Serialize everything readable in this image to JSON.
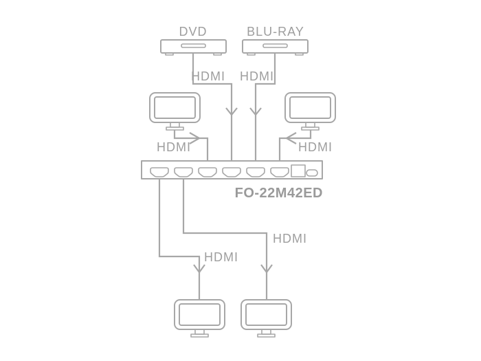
{
  "sources": [
    {
      "label": "DVD",
      "type": "dvd-player"
    },
    {
      "label": "BLU-RAY",
      "type": "bluray-player"
    }
  ],
  "switch": {
    "model": "FO-22M42ED",
    "hdmi_port_count": 6,
    "other_ports": [
      "square-port",
      "oval-port"
    ]
  },
  "connections": [
    {
      "id": "dvd-to-switch",
      "label": "HDMI"
    },
    {
      "id": "bluray-to-switch",
      "label": "HDMI"
    },
    {
      "id": "display-top-left-to-switch",
      "label": "HDMI"
    },
    {
      "id": "display-top-right-to-switch",
      "label": "HDMI"
    },
    {
      "id": "switch-to-display-bottom-left",
      "label": "HDMI"
    },
    {
      "id": "switch-to-display-bottom-right",
      "label": "HDMI"
    }
  ],
  "displays": {
    "count": 4,
    "type": "monitor"
  },
  "colors": {
    "background": "#ffffff",
    "line": "#a7a7a7",
    "text": "#9e9e9e",
    "model_text": "#9a9a9a"
  }
}
